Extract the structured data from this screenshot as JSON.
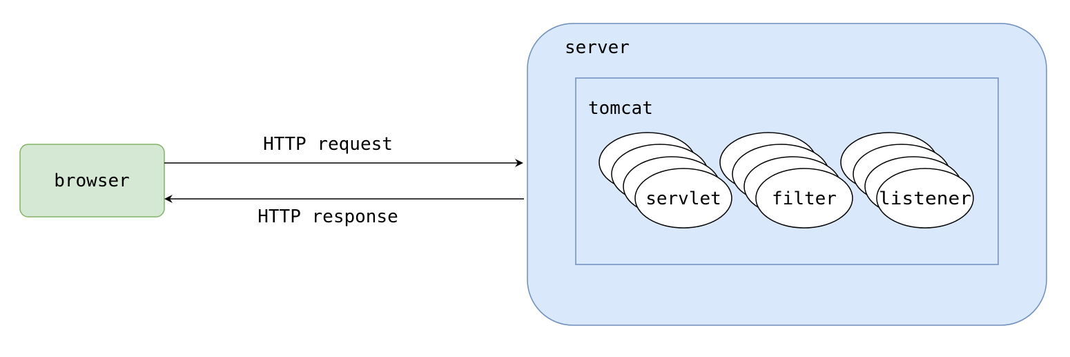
{
  "browser": {
    "label": "browser"
  },
  "edges": {
    "request_label": "HTTP request",
    "response_label": "HTTP response"
  },
  "server": {
    "label": "server",
    "tomcat": {
      "label": "tomcat",
      "components": [
        {
          "label": "servlet"
        },
        {
          "label": "filter"
        },
        {
          "label": "listener"
        }
      ]
    }
  },
  "colors": {
    "browser_fill": "#d5e8d4",
    "browser_stroke": "#82b366",
    "server_fill": "#dae8fc",
    "server_stroke": "#6c8ebf",
    "ellipse_fill": "#ffffff",
    "line": "#000000"
  }
}
